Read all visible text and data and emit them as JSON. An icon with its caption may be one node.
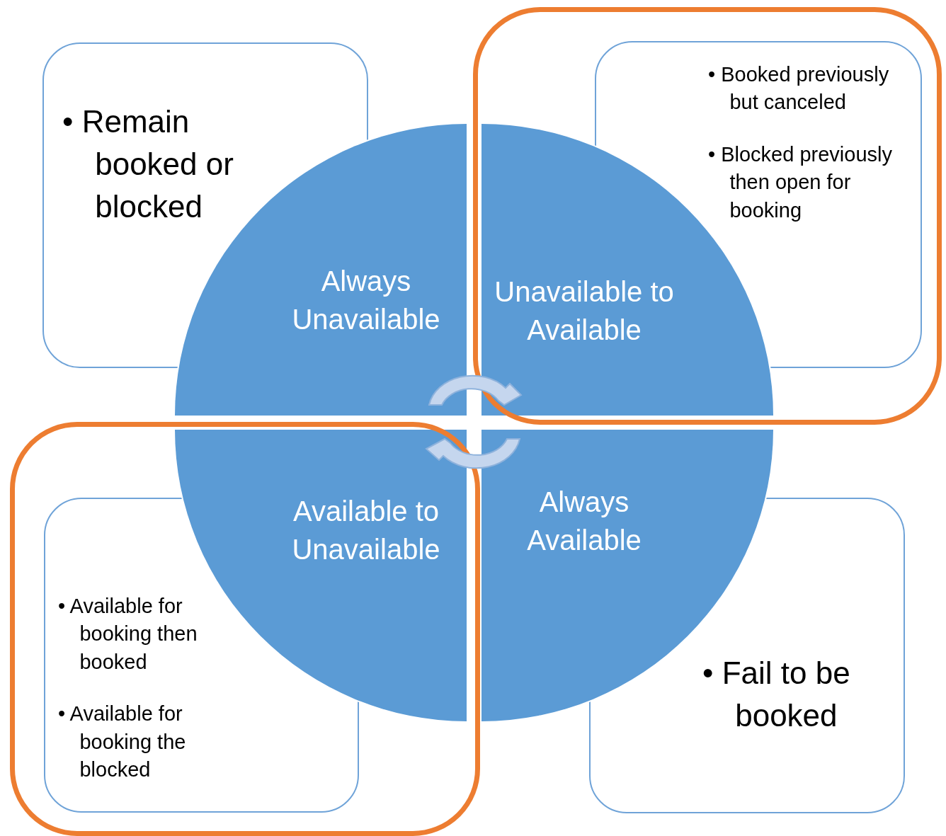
{
  "diagram": {
    "nodes": [
      {
        "text": [
          "• Remain booked or blocked"
        ]
      },
      {
        "text": [
          "• Booked previously but canceled",
          "• Blocked previously then open for booking"
        ]
      },
      {
        "text": [
          "Always Unavailable"
        ]
      },
      {
        "text": [
          "Unavailable to Available"
        ]
      },
      {
        "text": [
          "Available to Unavailable"
        ]
      },
      {
        "text": [
          "Always Available"
        ]
      },
      {
        "text": [
          "• Available for booking then booked",
          "• Available for booking the blocked"
        ]
      },
      {
        "text": [
          "• Fail to be booked"
        ]
      }
    ],
    "edges": []
  }
}
